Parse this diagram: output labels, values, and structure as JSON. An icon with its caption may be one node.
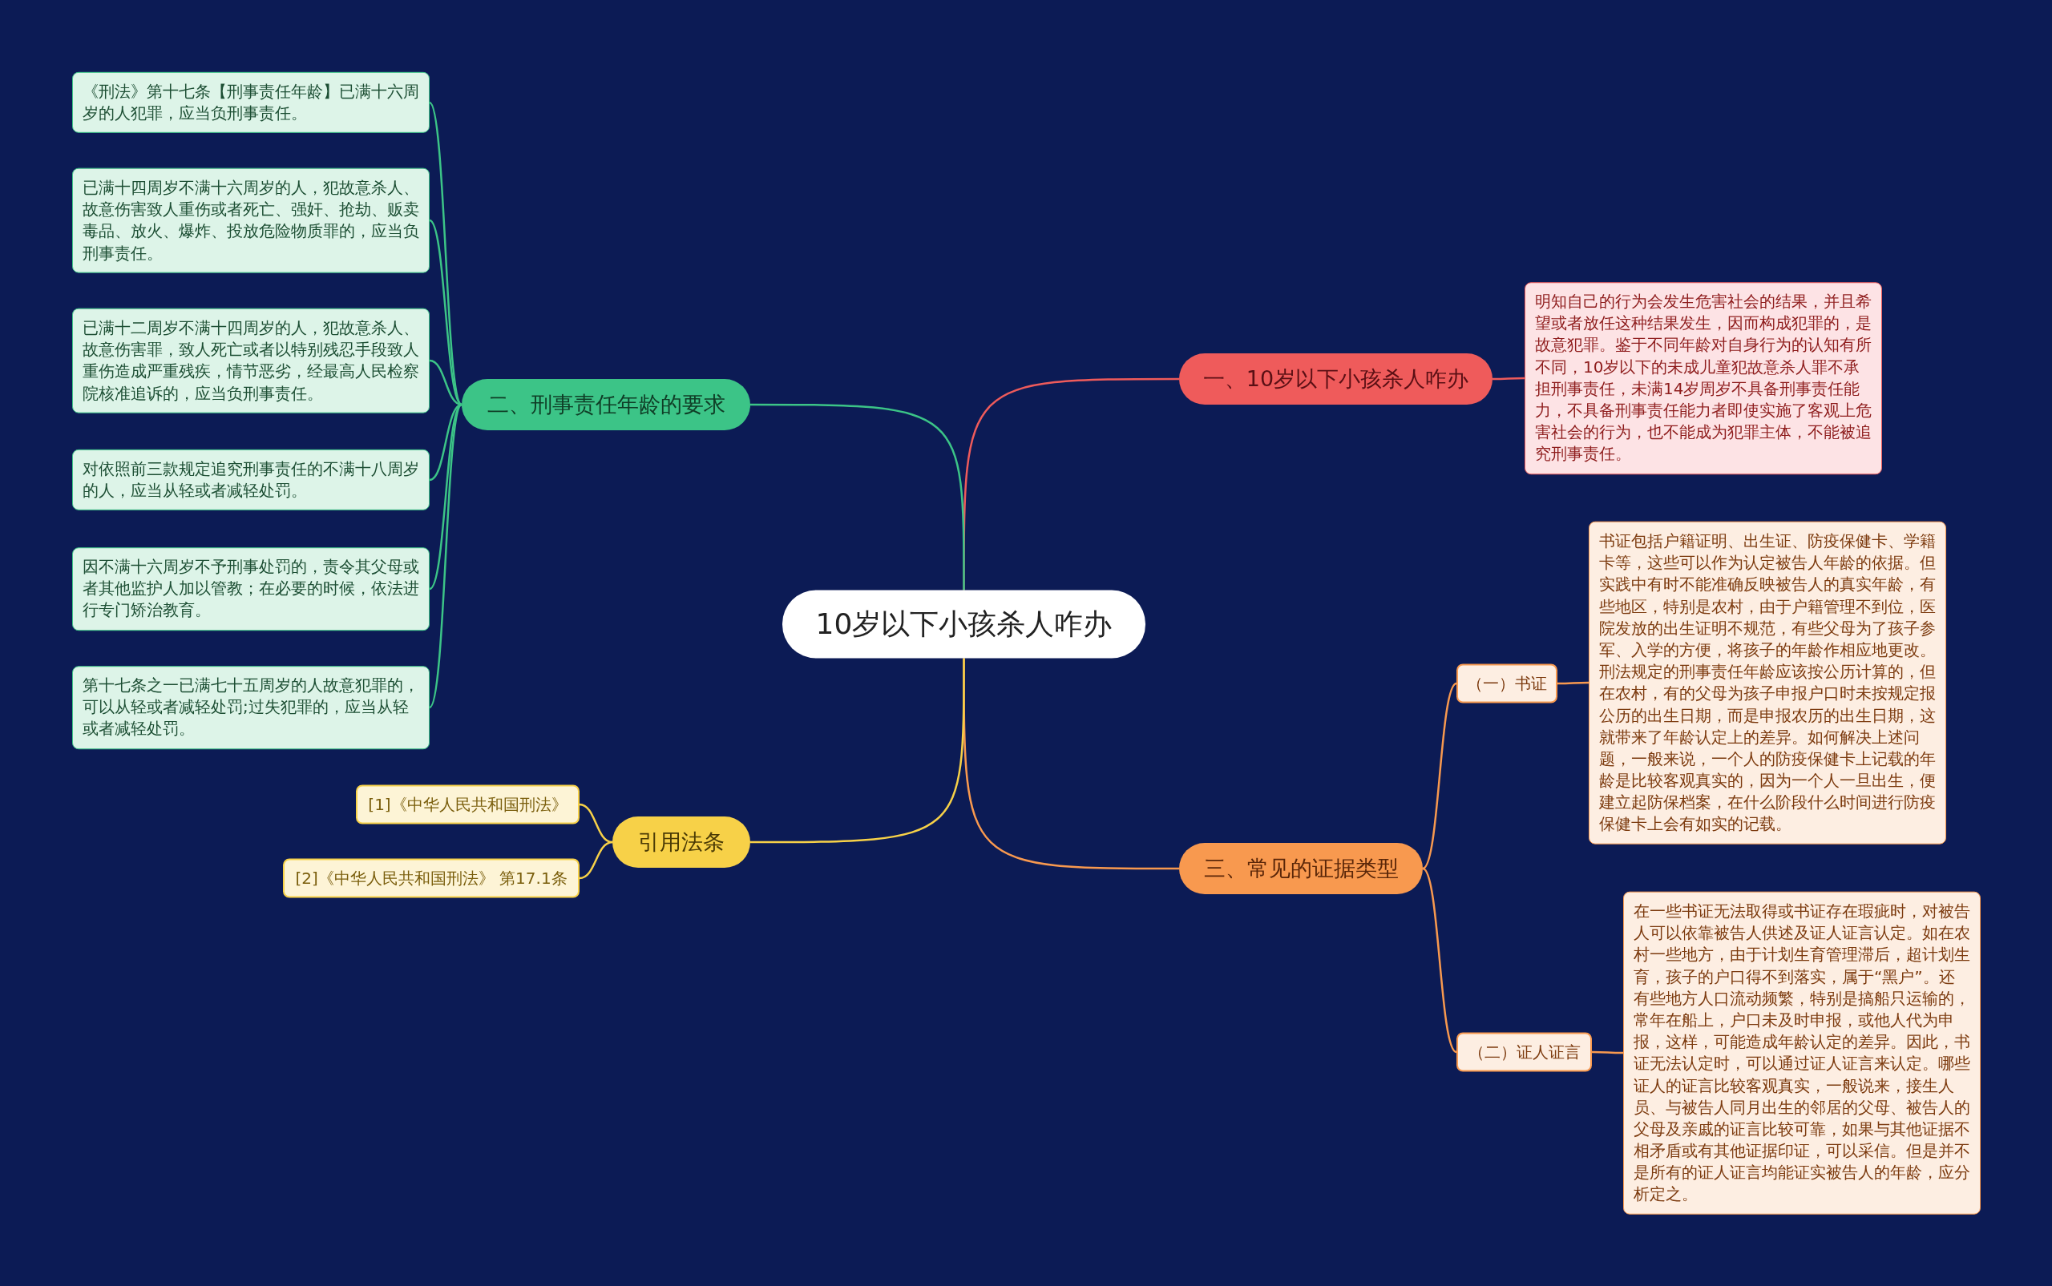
{
  "diagram": {
    "nodes": [
      {
        "text": [
          "10岁以下小孩杀人咋办"
        ]
      },
      {
        "text": [
          "一、10岁以下小孩杀人咋办"
        ]
      },
      {
        "text": [
          "明知自己的行为会发生危害社会的结果，并且希望或者放任这种结果发生，因而构成犯罪的，是故意犯罪。鉴于不同年龄对自身行为的认知有所不同，10岁以下的未成儿童犯故意杀人罪不承担刑事责任，未满14岁周岁不具备刑事责任能力，不具备刑事责任能力者即使实施了客观上危害社会的行为，也不能成为犯罪主体，不能被追究刑事责任。"
        ]
      },
      {
        "text": [
          "二、刑事责任年龄的要求"
        ]
      },
      {
        "text": [
          "《刑法》第十七条【刑事责任年龄】已满十六周岁的人犯罪，应当负刑事责任。"
        ]
      },
      {
        "text": [
          "已满十四周岁不满十六周岁的人，犯故意杀人、故意伤害致人重伤或者死亡、强奸、抢劫、贩卖毒品、放火、爆炸、投放危险物质罪的，应当负刑事责任。"
        ]
      },
      {
        "text": [
          "已满十二周岁不满十四周岁的人，犯故意杀人、故意伤害罪，致人死亡或者以特别残忍手段致人重伤造成严重残疾，情节恶劣，经最高人民检察院核准追诉的，应当负刑事责任。"
        ]
      },
      {
        "text": [
          "对依照前三款规定追究刑事责任的不满十八周岁的人，应当从轻或者减轻处罚。"
        ]
      },
      {
        "text": [
          "因不满十六周岁不予刑事处罚的，责令其父母或者其他监护人加以管教；在必要的时候，依法进行专门矫治教育。"
        ]
      },
      {
        "text": [
          "第十七条之一已满七十五周岁的人故意犯罪的，可以从轻或者减轻处罚;过失犯罪的，应当从轻或者减轻处罚。"
        ]
      },
      {
        "text": [
          "三、常见的证据类型"
        ]
      },
      {
        "text": [
          "（一）书证"
        ]
      },
      {
        "text": [
          "书证包括户籍证明、出生证、防疫保健卡、学籍卡等，这些可以作为认定被告人年龄的依据。但实践中有时不能准确反映被告人的真实年龄，有些地区，特别是农村，由于户籍管理不到位，医院发放的出生证明不规范，有些父母为了孩子参军、入学的方便，将孩子的年龄作相应地更改。刑法规定的刑事责任年龄应该按公历计算的，但在农村，有的父母为孩子申报户口时未按规定报公历的出生日期，而是申报农历的出生日期，这就带来了年龄认定上的差异。如何解决上述问题，一般来说，一个人的防疫保健卡上记载的年龄是比较客观真实的，因为一个人一旦出生，便建立起防保档案，在什么阶段什么时间进行防疫保健卡上会有如实的记载。"
        ]
      },
      {
        "text": [
          "（二）证人证言"
        ]
      },
      {
        "text": [
          "在一些书证无法取得或书证存在瑕疵时，对被告人可以依靠被告人供述及证人证言认定。如在农村一些地方，由于计划生育管理滞后，超计划生育，孩子的户口得不到落实，属于“黑户”。还有些地方人口流动频繁，特别是搞船只运输的，常年在船上，户口未及时申报，或他人代为申报，这样，可能造成年龄认定的差异。因此，书证无法认定时，可以通过证人证言来认定。哪些证人的证言比较客观真实，一般说来，接生人员、与被告人同月出生的邻居的父母、被告人的父母及亲戚的证言比较可靠，如果与其他证据不相矛盾或有其他证据印证，可以采信。但是并不是所有的证人证言均能证实被告人的年龄，应分析定之。"
        ]
      },
      {
        "text": [
          "引用法条"
        ]
      },
      {
        "text": [
          "[1]《中华人民共和国刑法》"
        ]
      },
      {
        "text": [
          "[2]《中华人民共和国刑法》 第17.1条"
        ]
      }
    ],
    "edges": [
      {
        "from": 0,
        "to": 1,
        "arrow": "none",
        "color": "#ef5b5b"
      },
      {
        "from": 1,
        "to": 2,
        "arrow": "none",
        "color": "#ef5b5b"
      },
      {
        "from": 0,
        "to": 3,
        "arrow": "none",
        "color": "#3cc487"
      },
      {
        "from": 3,
        "to": 4,
        "arrow": "none",
        "color": "#3cc487"
      },
      {
        "from": 3,
        "to": 5,
        "arrow": "none",
        "color": "#3cc487"
      },
      {
        "from": 3,
        "to": 6,
        "arrow": "none",
        "color": "#3cc487"
      },
      {
        "from": 3,
        "to": 7,
        "arrow": "none",
        "color": "#3cc487"
      },
      {
        "from": 3,
        "to": 8,
        "arrow": "none",
        "color": "#3cc487"
      },
      {
        "from": 3,
        "to": 9,
        "arrow": "none",
        "color": "#3cc487"
      },
      {
        "from": 0,
        "to": 10,
        "arrow": "none",
        "color": "#f8994f"
      },
      {
        "from": 10,
        "to": 11,
        "arrow": "none",
        "color": "#f8994f"
      },
      {
        "from": 11,
        "to": 12,
        "arrow": "none",
        "color": "#f8994f"
      },
      {
        "from": 10,
        "to": 13,
        "arrow": "none",
        "color": "#f8994f"
      },
      {
        "from": 13,
        "to": 14,
        "arrow": "none",
        "color": "#f8994f"
      },
      {
        "from": 0,
        "to": 15,
        "arrow": "none",
        "color": "#f7d148"
      },
      {
        "from": 15,
        "to": 16,
        "arrow": "none",
        "color": "#f7d148"
      },
      {
        "from": 15,
        "to": 17,
        "arrow": "none",
        "color": "#f7d148"
      }
    ]
  }
}
